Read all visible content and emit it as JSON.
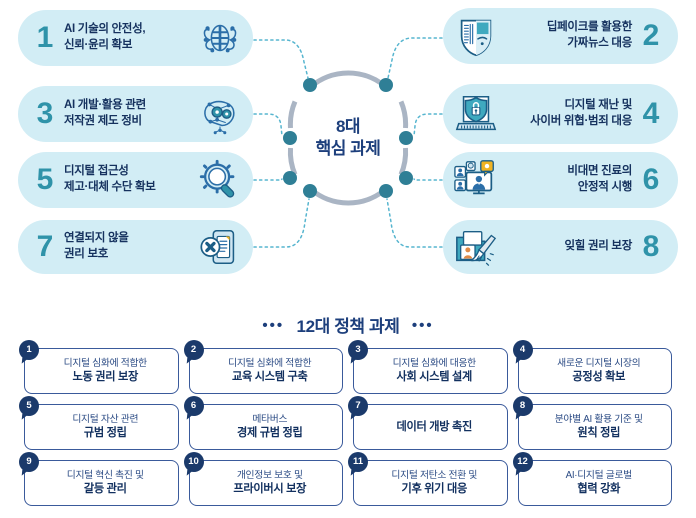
{
  "core": {
    "hub_line1": "8대",
    "hub_line2": "핵심 과제",
    "items": [
      {
        "num": "1",
        "side": "left",
        "icon": "ai-brain-network-icon",
        "line1": "AI 기술의 안전성,",
        "line2": "신뢰·윤리 확보"
      },
      {
        "num": "2",
        "side": "right",
        "icon": "deepfake-mask-icon",
        "line1": "딥페이크를 활용한",
        "line2": "가짜뉴스 대응"
      },
      {
        "num": "3",
        "side": "left",
        "icon": "brain-gears-icon",
        "line1": "AI 개발·활용 관련",
        "line2": "저작권 제도 정비"
      },
      {
        "num": "4",
        "side": "right",
        "icon": "laptop-lock-shield-icon",
        "line1": "디지털 재난 및",
        "line2": "사이버 위협·범죄 대응"
      },
      {
        "num": "5",
        "side": "left",
        "icon": "magnifier-gear-icon",
        "line1": "디지털 접근성",
        "line2": "제고·대체 수단 확보"
      },
      {
        "num": "6",
        "side": "right",
        "icon": "telemedicine-monitor-icon",
        "line1": "비대면 진료의",
        "line2": "안정적 시행"
      },
      {
        "num": "7",
        "side": "left",
        "icon": "phone-disconnect-icon",
        "line1": "연결되지 않을",
        "line2": "권리 보호"
      },
      {
        "num": "8",
        "side": "right",
        "icon": "erase-personal-data-icon",
        "line1": "잊힐 권리 보장",
        "line2": ""
      }
    ]
  },
  "policy": {
    "heading": "12대 정책 과제",
    "dots_left": "•••",
    "dots_right": "•••",
    "items": [
      {
        "num": "1",
        "sub": "디지털 심화에 적합한",
        "main": "노동 권리 보장"
      },
      {
        "num": "2",
        "sub": "디지털 심화에 적합한",
        "main": "교육 시스템 구축"
      },
      {
        "num": "3",
        "sub": "디지털 심화에 대응한",
        "main": "사회 시스템 설계"
      },
      {
        "num": "4",
        "sub": "새로운 디지털 시장의",
        "main": "공정성 확보"
      },
      {
        "num": "5",
        "sub": "디지털 자산 관련",
        "main": "규범 정립"
      },
      {
        "num": "6",
        "sub": "메타버스",
        "main": "경제 규범 정립"
      },
      {
        "num": "7",
        "sub": "",
        "main": "데이터 개방 촉진"
      },
      {
        "num": "8",
        "sub": "분야별 AI 활용 기준 및",
        "main": "원칙 정립"
      },
      {
        "num": "9",
        "sub": "디지털 혁신 촉진 및",
        "main": "갈등 관리"
      },
      {
        "num": "10",
        "sub": "개인정보 보호 및",
        "main": "프라이버시 보장"
      },
      {
        "num": "11",
        "sub": "디지털 저탄소 전환 및",
        "main": "기후 위기 대응"
      },
      {
        "num": "12",
        "sub": "AI·디지털 글로벌",
        "main": "협력 강화"
      }
    ]
  },
  "colors": {
    "pill_bg": "#d2edf5",
    "pill_number": "#2f93a9",
    "text_navy": "#15315e",
    "hub_ring": "#aab5c4",
    "hub_dot": "#2f7f96",
    "dotted_line": "#56b5cf",
    "card_border": "#3a5a9b",
    "badge_bg": "#1b3a6b"
  }
}
